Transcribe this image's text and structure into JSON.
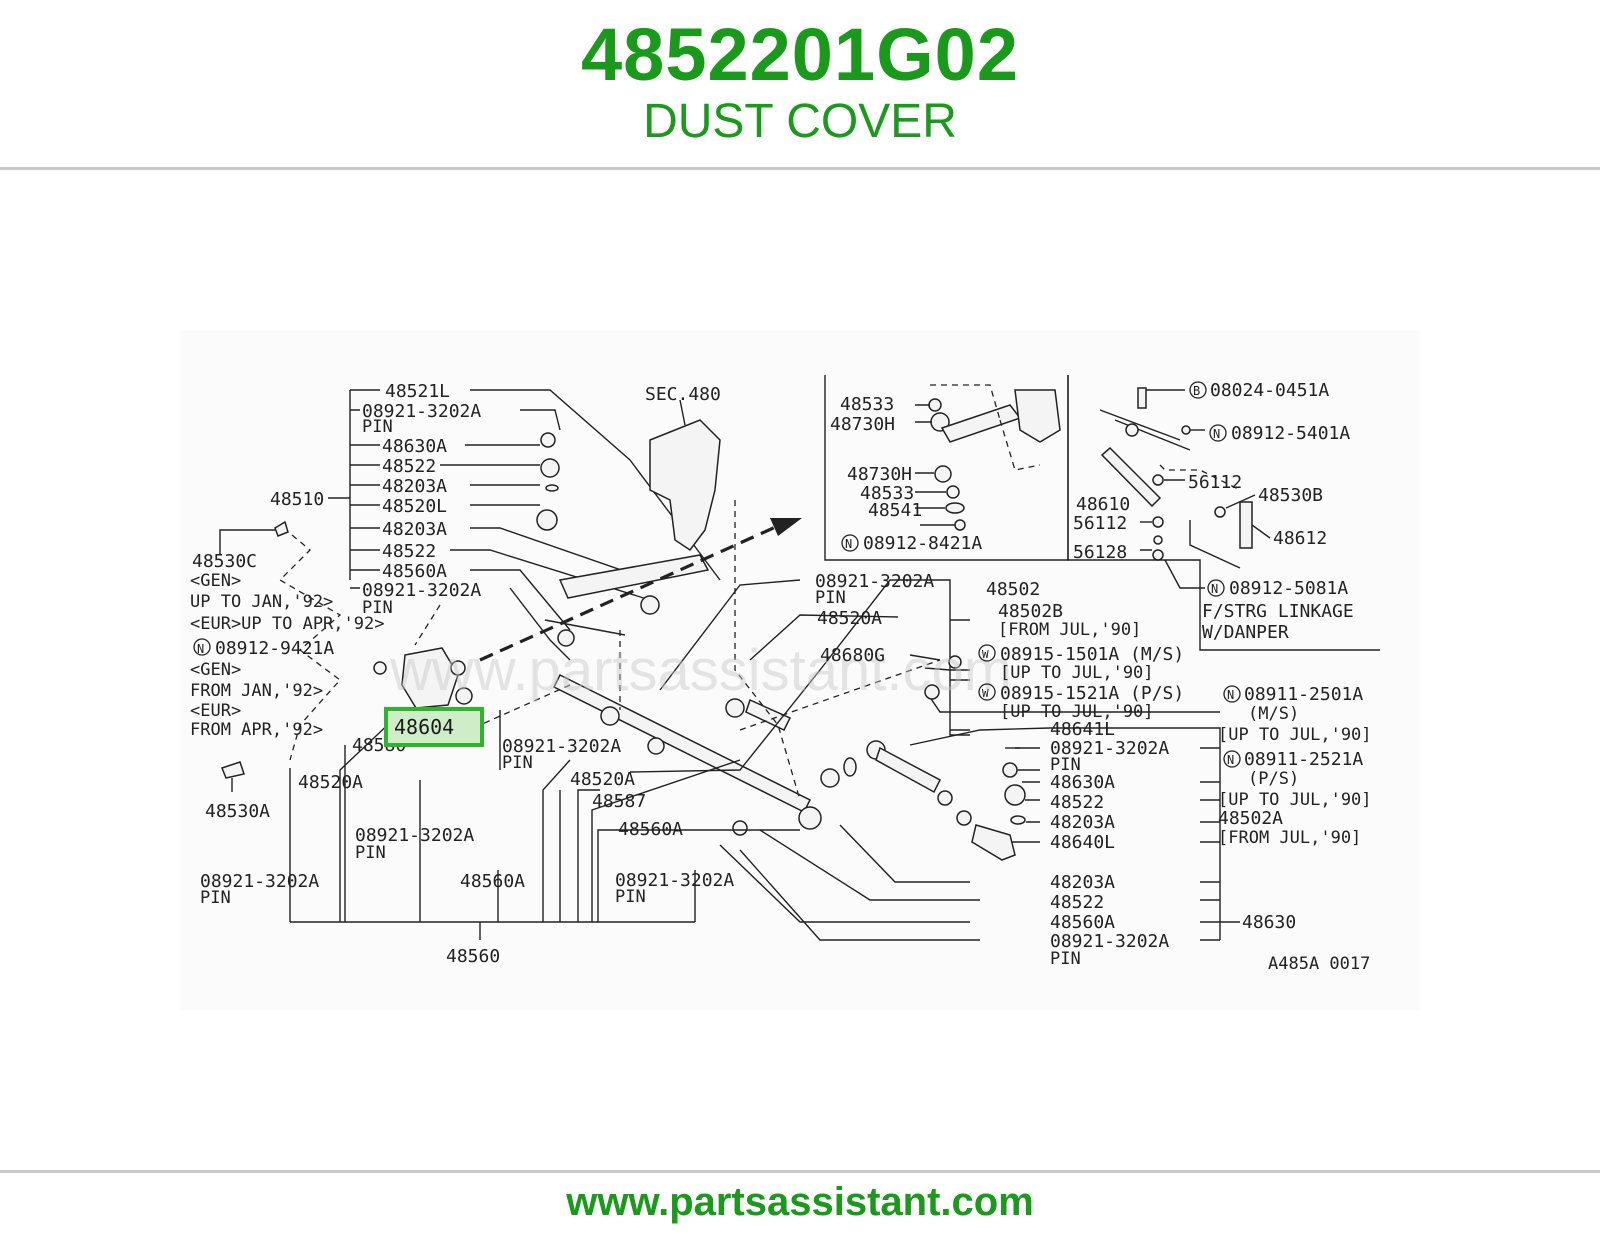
{
  "header": {
    "part_number": "4852201G02",
    "part_name": "DUST COVER"
  },
  "footer": {
    "url": "www.partsassistant.com"
  },
  "diagram": {
    "watermark": "www.partsassistant.com",
    "highlighted_part": "48604",
    "figure_code": "A485A 0017",
    "labels": {
      "l48521L": "48521L",
      "l08921_pin_1": "08921-3202A",
      "pin_1": "PIN",
      "l48630A_1": "48630A",
      "l48522_1": "48522",
      "l48203A_1": "48203A",
      "l48510": "48510",
      "l48520L": "48520L",
      "l48203A_2": "48203A",
      "l48522_2": "48522",
      "l48560A_1": "48560A",
      "l08921_pin_2": "08921-3202A",
      "pin_2": "PIN",
      "sec480": "SEC.480",
      "l48530C": "48530C",
      "gen_1": "<GEN>",
      "up_to_jan92": "UP TO JAN,'92>",
      "eur_up_to_apr92": "<EUR>UP TO APR,'92>",
      "n08912_9421A": "08912-9421A",
      "gen_2": "<GEN>",
      "from_jan92": "FROM JAN,'92>",
      "eur_2": "<EUR>",
      "from_apr92": "FROM APR,'92>",
      "l48530A": "48530A",
      "l48580": "48580",
      "l48520A_1": "48520A",
      "l08921_pin_3": "08921-3202A",
      "pin_3": "PIN",
      "l08921_pin_4": "08921-3202A",
      "pin_4": "PIN",
      "l48560A_2": "48560A",
      "l48560": "48560",
      "l08921_pin_5": "08921-3202A",
      "pin_5": "PIN",
      "l48520A_2": "48520A",
      "l48587": "48587",
      "l48560A_3": "48560A",
      "l08921_pin_6": "08921-3202A",
      "pin_6": "PIN",
      "l08921_pin_7": "08921-3202A",
      "pin_7": "PIN",
      "l48502": "48502",
      "l48520A_3": "48520A",
      "l48502B": "48502B",
      "from_jul90_1": "[FROM JUL,'90]",
      "l48680G": "48680G",
      "w08915_1501A": "08915-1501A (M/S)",
      "up_to_jul90_1": "[UP TO JUL,'90]",
      "w08915_1521A": "08915-1521A (P/S)",
      "up_to_jul90_2": "[UP TO JUL,'90]",
      "l48533_1": "48533",
      "l48730H_1": "48730H",
      "l48730H_2": "48730H",
      "l48533_2": "48533",
      "l48541": "48541",
      "n08912_8421A": "08912-8421A",
      "b08024_0451A": "08024-0451A",
      "n08912_5401A": "08912-5401A",
      "l48610": "48610",
      "l56112_1": "56112",
      "l56112_2": "56112",
      "l48530B": "48530B",
      "l48612": "48612",
      "l56128": "56128",
      "n08912_5081A": "08912-5081A",
      "f_strg_linkage": "F/STRG LINKAGE",
      "w_danper": "W/DANPER",
      "n08911_2501A": "08911-2501A",
      "ms": "(M/S)",
      "up_to_jul90_3": "[UP TO JUL,'90]",
      "n08911_2521A": "08911-2521A",
      "ps": "(P/S)",
      "up_to_jul90_4": "[UP TO JUL,'90]",
      "l48502A": "48502A",
      "from_jul90_2": "[FROM JUL,'90]",
      "l48641L": "48641L",
      "l08921_pin_8": "08921-3202A",
      "pin_8": "PIN",
      "l48630A_2": "48630A",
      "l48522_3": "48522",
      "l48203A_3": "48203A",
      "l48640L": "48640L",
      "l48203A_4": "48203A",
      "l48522_4": "48522",
      "l48560A_4": "48560A",
      "l48630": "48630",
      "l08921_pin_9": "08921-3202A",
      "pin_9": "PIN"
    }
  }
}
